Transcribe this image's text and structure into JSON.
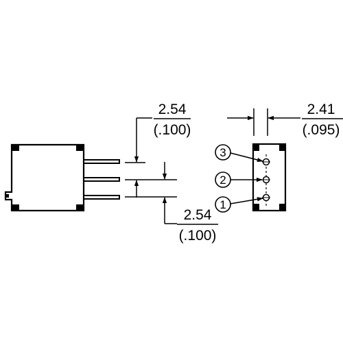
{
  "dimensions": {
    "pin_pitch_top": {
      "mm": "2.54",
      "inch": "(.100)"
    },
    "pin_pitch_bottom": {
      "mm": "2.54",
      "inch": "(.100)"
    },
    "pin_row_width": {
      "mm": "2.41",
      "inch": "(.095)"
    }
  },
  "pins": [
    {
      "number": "3"
    },
    {
      "number": "2"
    },
    {
      "number": "1"
    }
  ],
  "colors": {
    "line": "#000000",
    "background": "#ffffff"
  }
}
